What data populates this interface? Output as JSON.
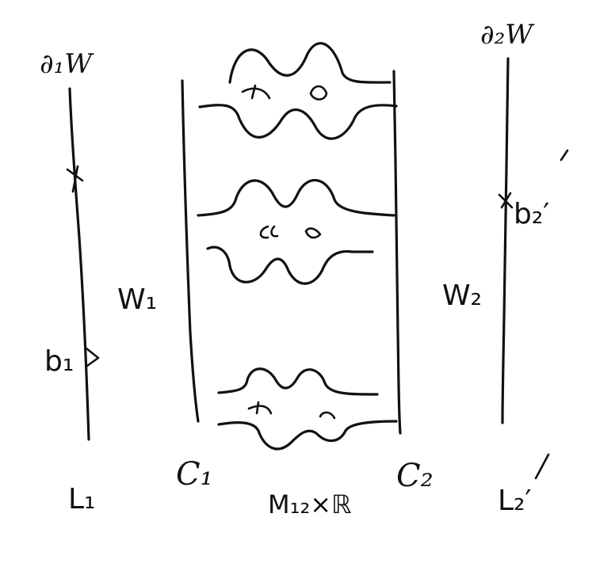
{
  "labels": {
    "boundary_1": "∂₁W",
    "boundary_2": "∂₂W",
    "w1": "W₁",
    "w2": "W₂",
    "c1": "C₁",
    "c2": "C₂",
    "b1": "b₁",
    "b2": "b₂′",
    "l1": "L₁",
    "l2": "L₂′",
    "product": "M₁₂×ℝ"
  }
}
